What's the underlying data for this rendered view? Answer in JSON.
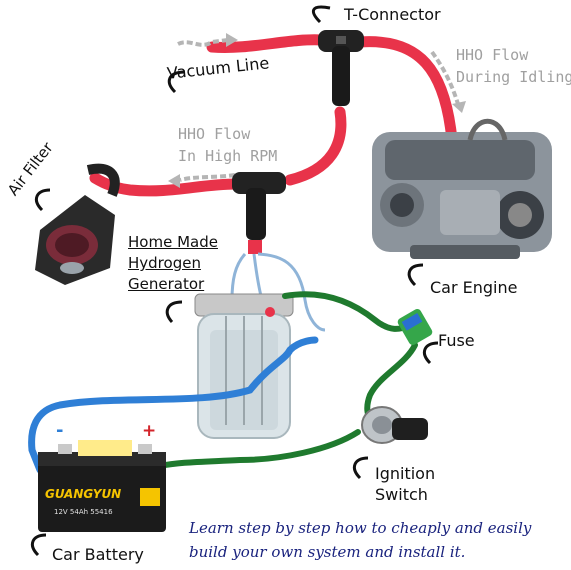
{
  "labels": {
    "t_connector": "T-Connector",
    "vacuum_line": "Vacuum Line",
    "hho_idle_1": "HHO Flow",
    "hho_idle_2": "During Idling",
    "hho_rpm_1": "HHO Flow",
    "hho_rpm_2": "In High RPM",
    "air_filter": "Air Filter",
    "generator_1": "Home Made",
    "generator_2": "Hydrogen",
    "generator_3": "Generator",
    "car_engine": "Car Engine",
    "fuse": "Fuse",
    "ignition_1": "Ignition",
    "ignition_2": "Switch",
    "car_battery": "Car Battery",
    "battery_minus": "-",
    "battery_plus": "+",
    "battery_brand": "GUANGYUN",
    "battery_spec": "12V  54Ah  55416"
  },
  "caption": {
    "line1": "Learn step by step how to cheaply and easily",
    "line2": "build your own system and install it."
  },
  "colors": {
    "vacuum_hose": "#e8334a",
    "negative_wire": "#2f7fd6",
    "positive_wire": "#1f7a2e",
    "gray_text": "#a0a0a0",
    "caption": "#1a237e"
  }
}
